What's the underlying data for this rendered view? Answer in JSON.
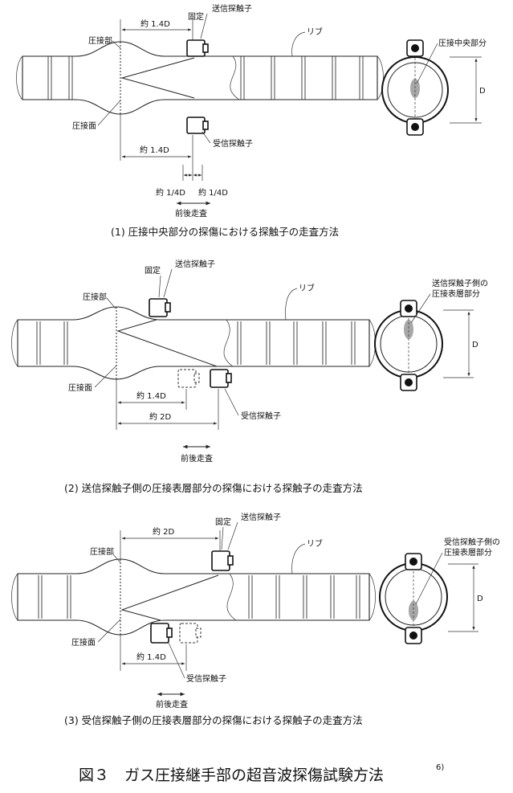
{
  "labels": {
    "pressure_weld": "圧接部",
    "weld_face": "圧接面",
    "rib": "リブ",
    "fixed": "固定",
    "transmit_probe": "送信探触子",
    "receive_probe": "受信探触子",
    "center_part": "圧接中央部分",
    "tx_side_surface_line1": "送信探触子側の",
    "tx_side_surface_line2": "圧接表層部分",
    "rx_side_surface_line1": "受信探触子側の",
    "rx_side_surface_line2": "圧接表層部分",
    "D": "D",
    "dim_1_4D": "約 1.4D",
    "dim_2D": "約 2D",
    "dim_quarter_D": "約 1/4D",
    "scan_fore_aft": "前後走査"
  },
  "captions": {
    "c1": "(1)  圧接中央部分の探傷における探触子の走査方法",
    "c2": "(2)  送信探触子側の圧接表層部分の探傷における探触子の走査方法",
    "c3": "(3)  受信探触子側の圧接表層部分の探傷における探触子の走査方法"
  },
  "figure": {
    "title": "図３　ガス圧接継手部の超音波探傷試験方法",
    "ref": "6)"
  }
}
